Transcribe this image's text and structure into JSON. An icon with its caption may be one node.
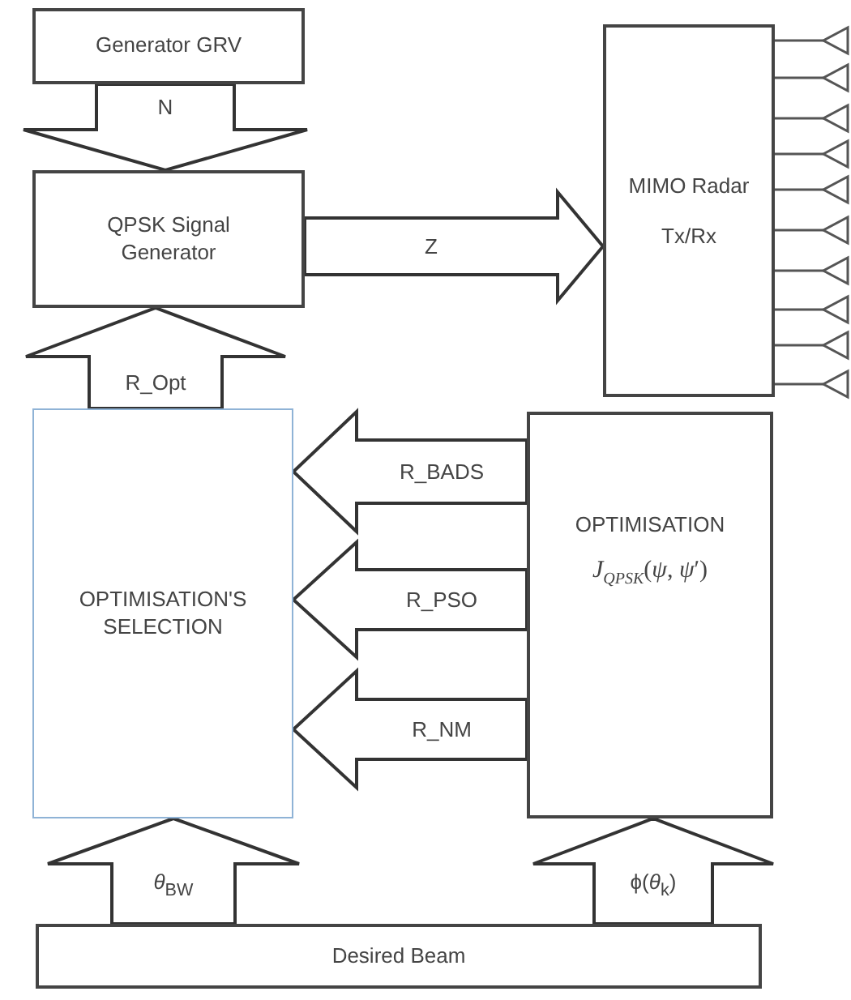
{
  "diagram": {
    "nodes": [
      {
        "text": [
          "Generator GRV"
        ]
      },
      {
        "text": [
          "QPSK Signal Generator"
        ]
      },
      {
        "text": [
          "MIMO Radar Tx/Rx"
        ]
      },
      {
        "text": [
          "OPTIMISATION'S SELECTION"
        ]
      },
      {
        "text": [
          "OPTIMISATION",
          "*J*$_{QPSK}$(*ψ*, *ψ*′)"
        ]
      },
      {
        "text": [
          "Desired Beam"
        ]
      }
    ],
    "edges": [
      {
        "from": 0,
        "to": 1,
        "arrow": "to",
        "label": "N",
        "style": "thick"
      },
      {
        "from": 1,
        "to": 2,
        "arrow": "to",
        "label": "Z",
        "style": "thick"
      },
      {
        "from": 3,
        "to": 1,
        "arrow": "to",
        "label": "R_Opt",
        "style": "thick"
      },
      {
        "from": 4,
        "to": 3,
        "arrow": "to",
        "label": "R_BADS",
        "style": "thick"
      },
      {
        "from": 4,
        "to": 3,
        "arrow": "to",
        "label": "R_PSO",
        "style": "thick"
      },
      {
        "from": 4,
        "to": 3,
        "arrow": "to",
        "label": "R_NM",
        "style": "thick"
      },
      {
        "from": 5,
        "to": 3,
        "arrow": "to",
        "label": "*θ*$_{BW}$",
        "style": "thick"
      },
      {
        "from": 5,
        "to": 4,
        "arrow": "to",
        "label": "ϕ(*θ*$_{k}$)",
        "style": "thick"
      }
    ]
  }
}
